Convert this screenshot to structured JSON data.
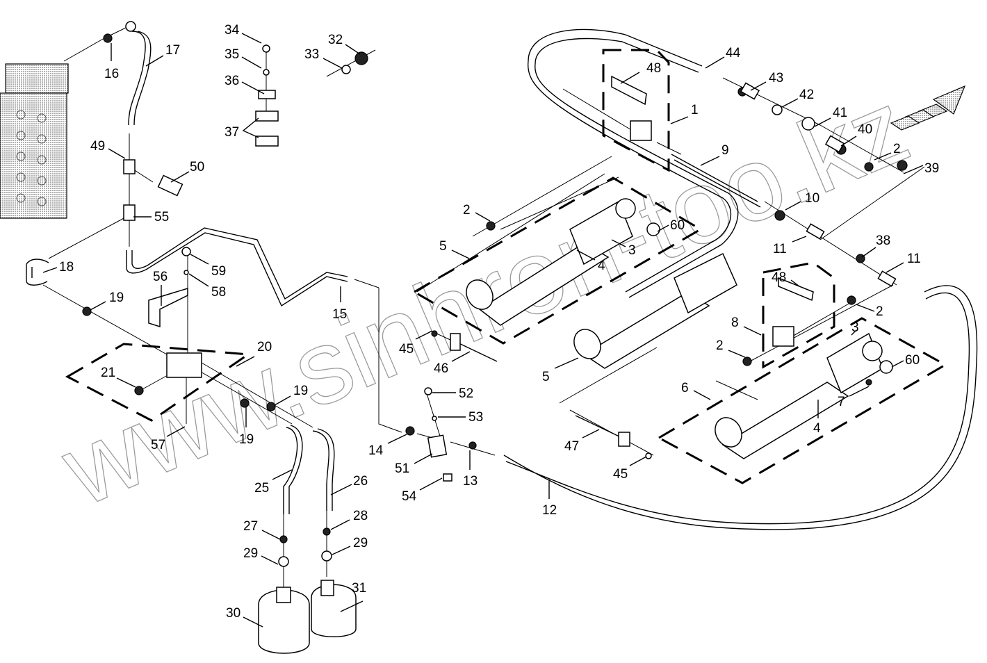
{
  "diagram": {
    "type": "exploded-parts-diagram",
    "subject": "Hydraulic cylinder and piping assembly",
    "watermark": "www.sinhron-too.kz",
    "direction_indicator": "forward-arrow",
    "callouts": [
      {
        "id": "c1",
        "label": "1"
      },
      {
        "id": "c2a",
        "label": "2"
      },
      {
        "id": "c2b",
        "label": "2"
      },
      {
        "id": "c2c",
        "label": "2"
      },
      {
        "id": "c2d",
        "label": "2"
      },
      {
        "id": "c3a",
        "label": "3"
      },
      {
        "id": "c3b",
        "label": "3"
      },
      {
        "id": "c4a",
        "label": "4"
      },
      {
        "id": "c4b",
        "label": "4"
      },
      {
        "id": "c5a",
        "label": "5"
      },
      {
        "id": "c5b",
        "label": "5"
      },
      {
        "id": "c6",
        "label": "6"
      },
      {
        "id": "c7",
        "label": "7"
      },
      {
        "id": "c8",
        "label": "8"
      },
      {
        "id": "c9",
        "label": "9"
      },
      {
        "id": "c10",
        "label": "10"
      },
      {
        "id": "c11a",
        "label": "11"
      },
      {
        "id": "c11b",
        "label": "11"
      },
      {
        "id": "c12",
        "label": "12"
      },
      {
        "id": "c13",
        "label": "13"
      },
      {
        "id": "c14",
        "label": "14"
      },
      {
        "id": "c15",
        "label": "15"
      },
      {
        "id": "c16",
        "label": "16"
      },
      {
        "id": "c17",
        "label": "17"
      },
      {
        "id": "c18",
        "label": "18"
      },
      {
        "id": "c19a",
        "label": "19"
      },
      {
        "id": "c19b",
        "label": "19"
      },
      {
        "id": "c19c",
        "label": "19"
      },
      {
        "id": "c20",
        "label": "20"
      },
      {
        "id": "c21",
        "label": "21"
      },
      {
        "id": "c25",
        "label": "25"
      },
      {
        "id": "c26",
        "label": "26"
      },
      {
        "id": "c27",
        "label": "27"
      },
      {
        "id": "c28",
        "label": "28"
      },
      {
        "id": "c29a",
        "label": "29"
      },
      {
        "id": "c29b",
        "label": "29"
      },
      {
        "id": "c30",
        "label": "30"
      },
      {
        "id": "c31",
        "label": "31"
      },
      {
        "id": "c32",
        "label": "32"
      },
      {
        "id": "c33",
        "label": "33"
      },
      {
        "id": "c34",
        "label": "34"
      },
      {
        "id": "c35",
        "label": "35"
      },
      {
        "id": "c36",
        "label": "36"
      },
      {
        "id": "c37",
        "label": "37"
      },
      {
        "id": "c38",
        "label": "38"
      },
      {
        "id": "c39",
        "label": "39"
      },
      {
        "id": "c40",
        "label": "40"
      },
      {
        "id": "c41",
        "label": "41"
      },
      {
        "id": "c42",
        "label": "42"
      },
      {
        "id": "c43",
        "label": "43"
      },
      {
        "id": "c44",
        "label": "44"
      },
      {
        "id": "c45a",
        "label": "45"
      },
      {
        "id": "c45b",
        "label": "45"
      },
      {
        "id": "c46",
        "label": "46"
      },
      {
        "id": "c47",
        "label": "47"
      },
      {
        "id": "c48a",
        "label": "48"
      },
      {
        "id": "c48b",
        "label": "48"
      },
      {
        "id": "c49",
        "label": "49"
      },
      {
        "id": "c50",
        "label": "50"
      },
      {
        "id": "c51",
        "label": "51"
      },
      {
        "id": "c52",
        "label": "52"
      },
      {
        "id": "c53",
        "label": "53"
      },
      {
        "id": "c54",
        "label": "54"
      },
      {
        "id": "c55",
        "label": "55"
      },
      {
        "id": "c56",
        "label": "56"
      },
      {
        "id": "c57",
        "label": "57"
      },
      {
        "id": "c58",
        "label": "58"
      },
      {
        "id": "c59",
        "label": "59"
      },
      {
        "id": "c60a",
        "label": "60"
      },
      {
        "id": "c60b",
        "label": "60"
      }
    ]
  }
}
